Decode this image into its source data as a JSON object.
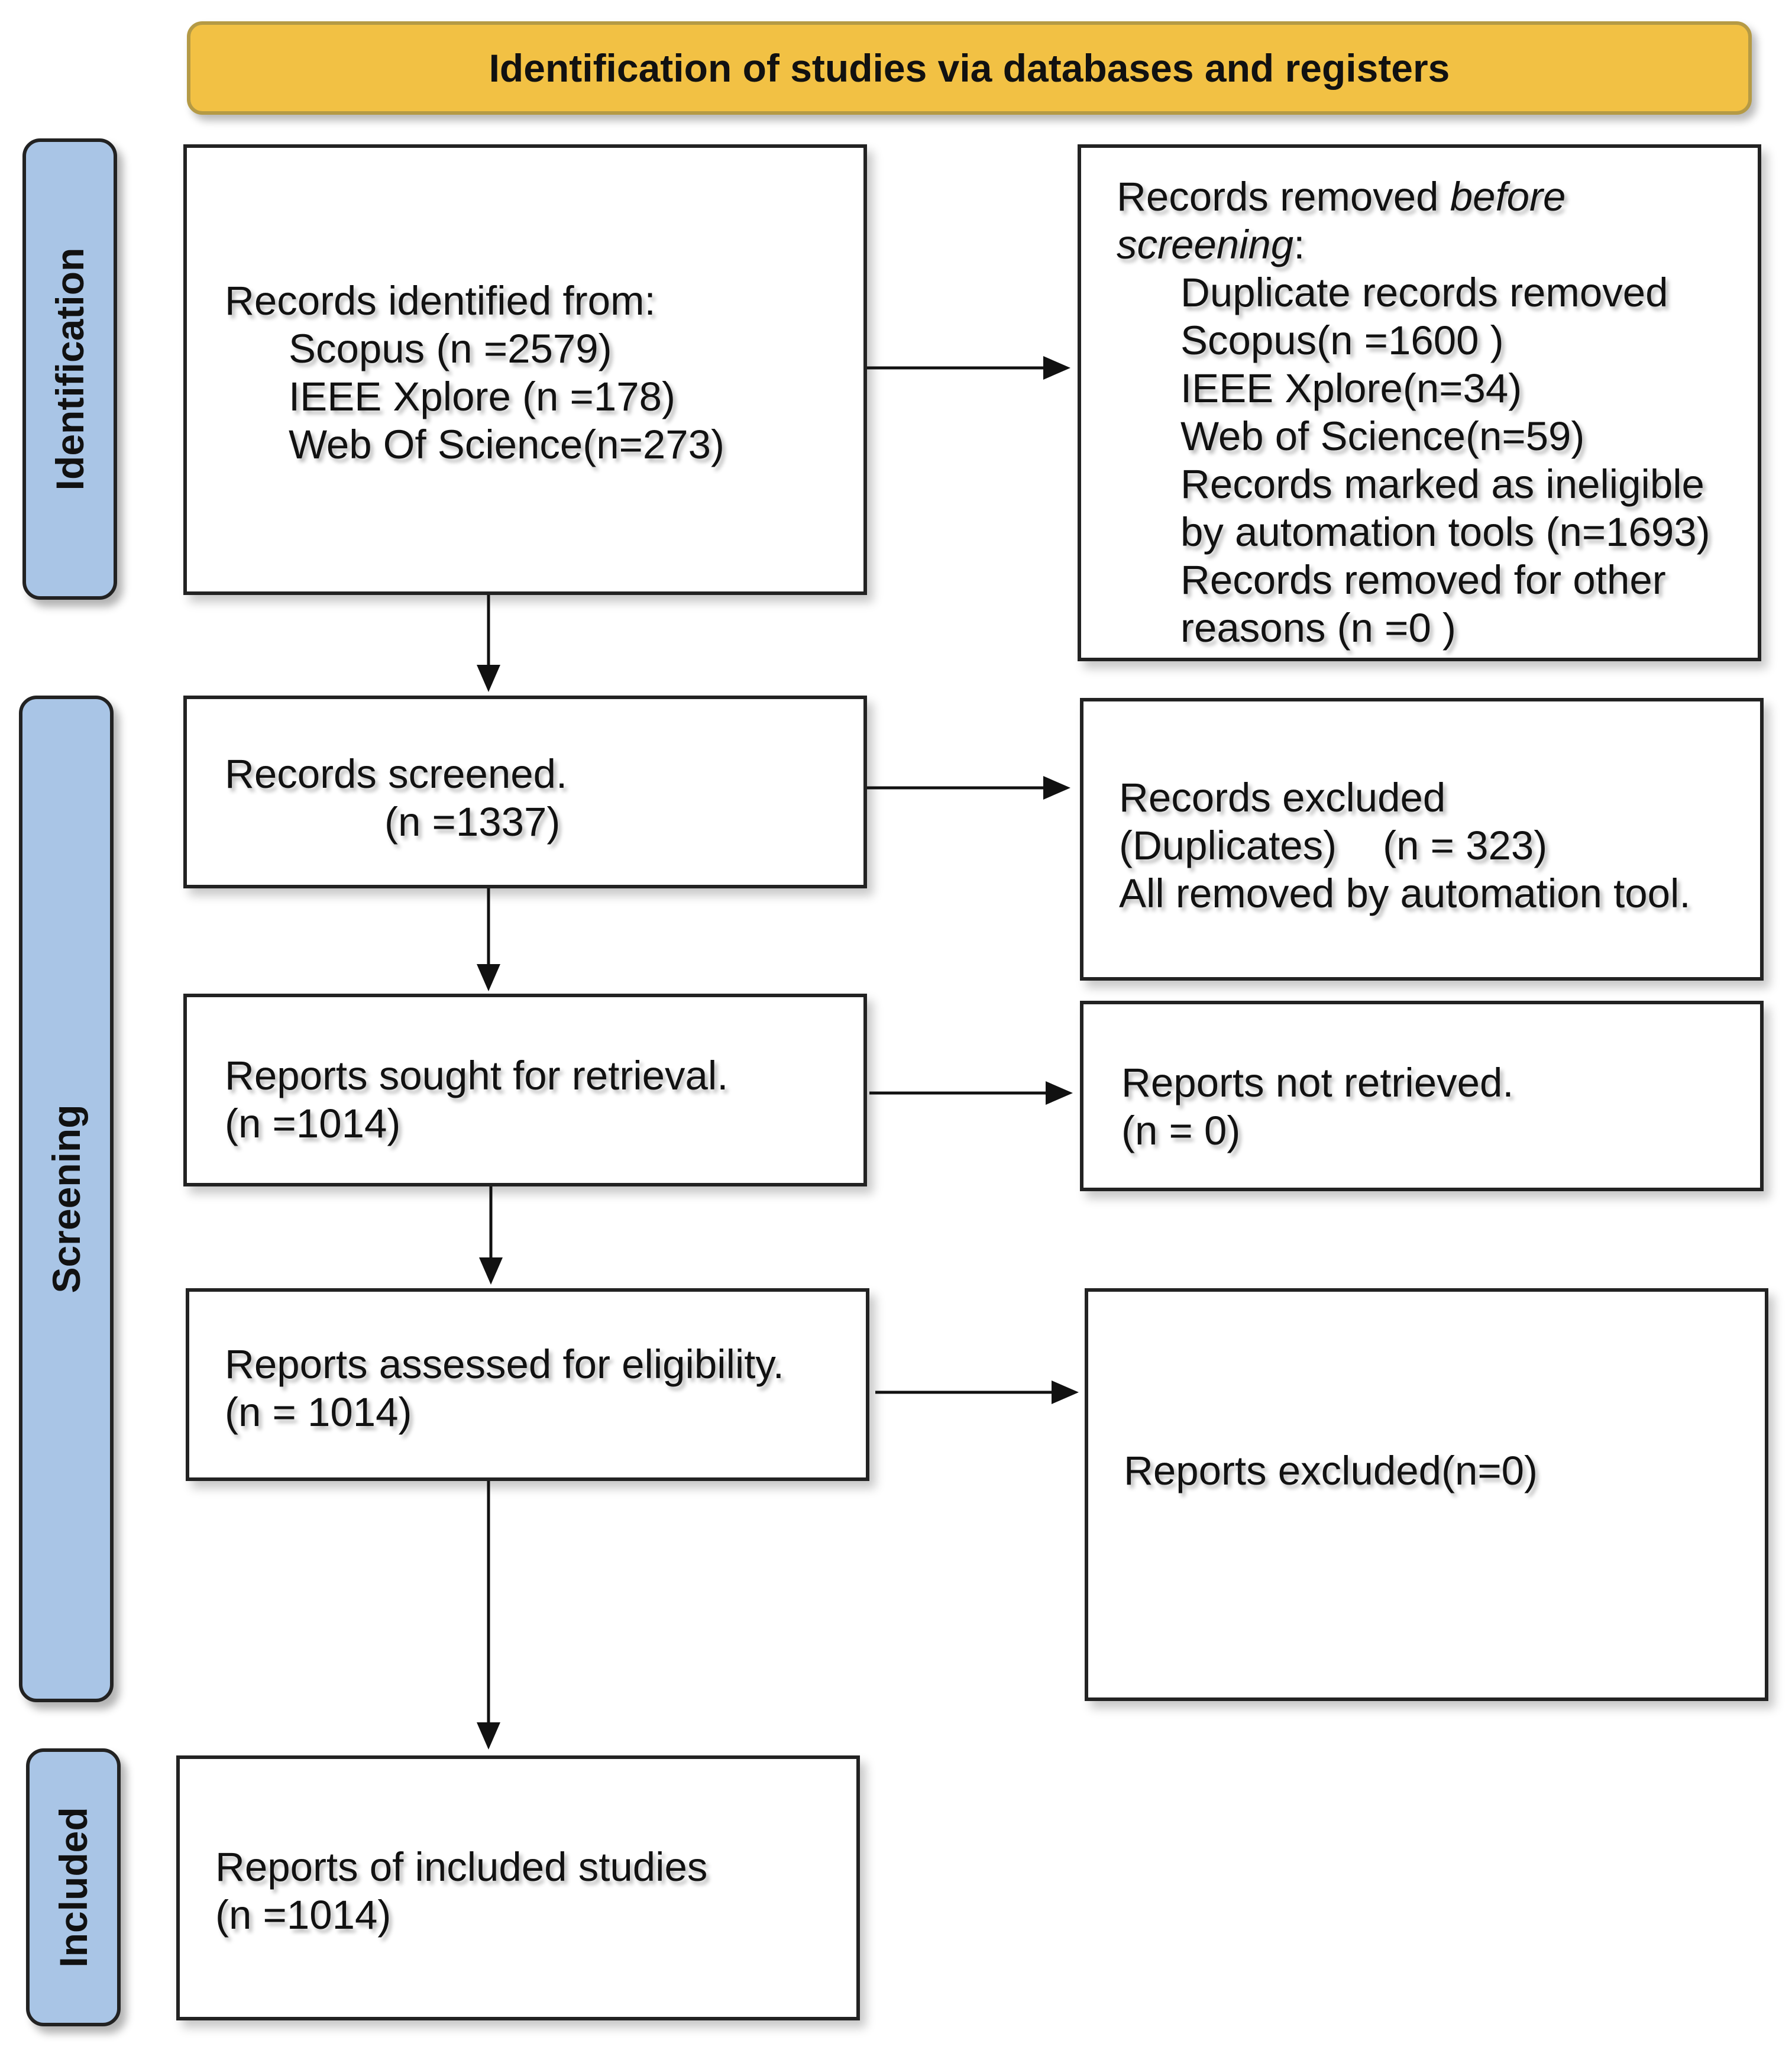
{
  "header": {
    "title": "Identification of studies via databases and registers"
  },
  "phases": {
    "identification": "Identification",
    "screening": "Screening",
    "included": "Included"
  },
  "boxes": {
    "records_identified": {
      "title": "Records identified from:",
      "scopus": "Scopus (n =2579)",
      "ieee": "IEEE Xplore (n =178)",
      "wos": "Web Of Science(n=273)"
    },
    "records_removed": {
      "title_start": "Records removed ",
      "title_em1": "before",
      "title_em2": "screening",
      "title_end": ":",
      "dup_title": "Duplicate records removed",
      "scopus": "Scopus(n =1600 )",
      "ieee": "IEEE Xplore(n=34)",
      "wos": "Web of Science(n=59)",
      "ineligible_1": "Records marked as ineligible",
      "ineligible_2": "by automation tools (n=1693)",
      "other_1": "Records removed for other",
      "other_2": "reasons (n =0 )"
    },
    "records_screened": {
      "title": "Records screened.",
      "count": "(n =1337)"
    },
    "records_excluded": {
      "title": "Records excluded",
      "dup": "(Duplicates)",
      "dup_count": "(n = 323)",
      "note": "All removed by automation tool."
    },
    "reports_sought": {
      "title": "Reports sought for retrieval.",
      "count": "(n =1014)"
    },
    "reports_not_retrieved": {
      "title": "Reports not retrieved.",
      "count": "(n = 0)"
    },
    "reports_assessed": {
      "title": "Reports assessed for eligibility.",
      "count": "(n = 1014)"
    },
    "reports_excluded": {
      "title": "Reports excluded(n=0)"
    },
    "included_studies": {
      "title": "Reports of included studies",
      "count": "(n =1014)"
    }
  }
}
